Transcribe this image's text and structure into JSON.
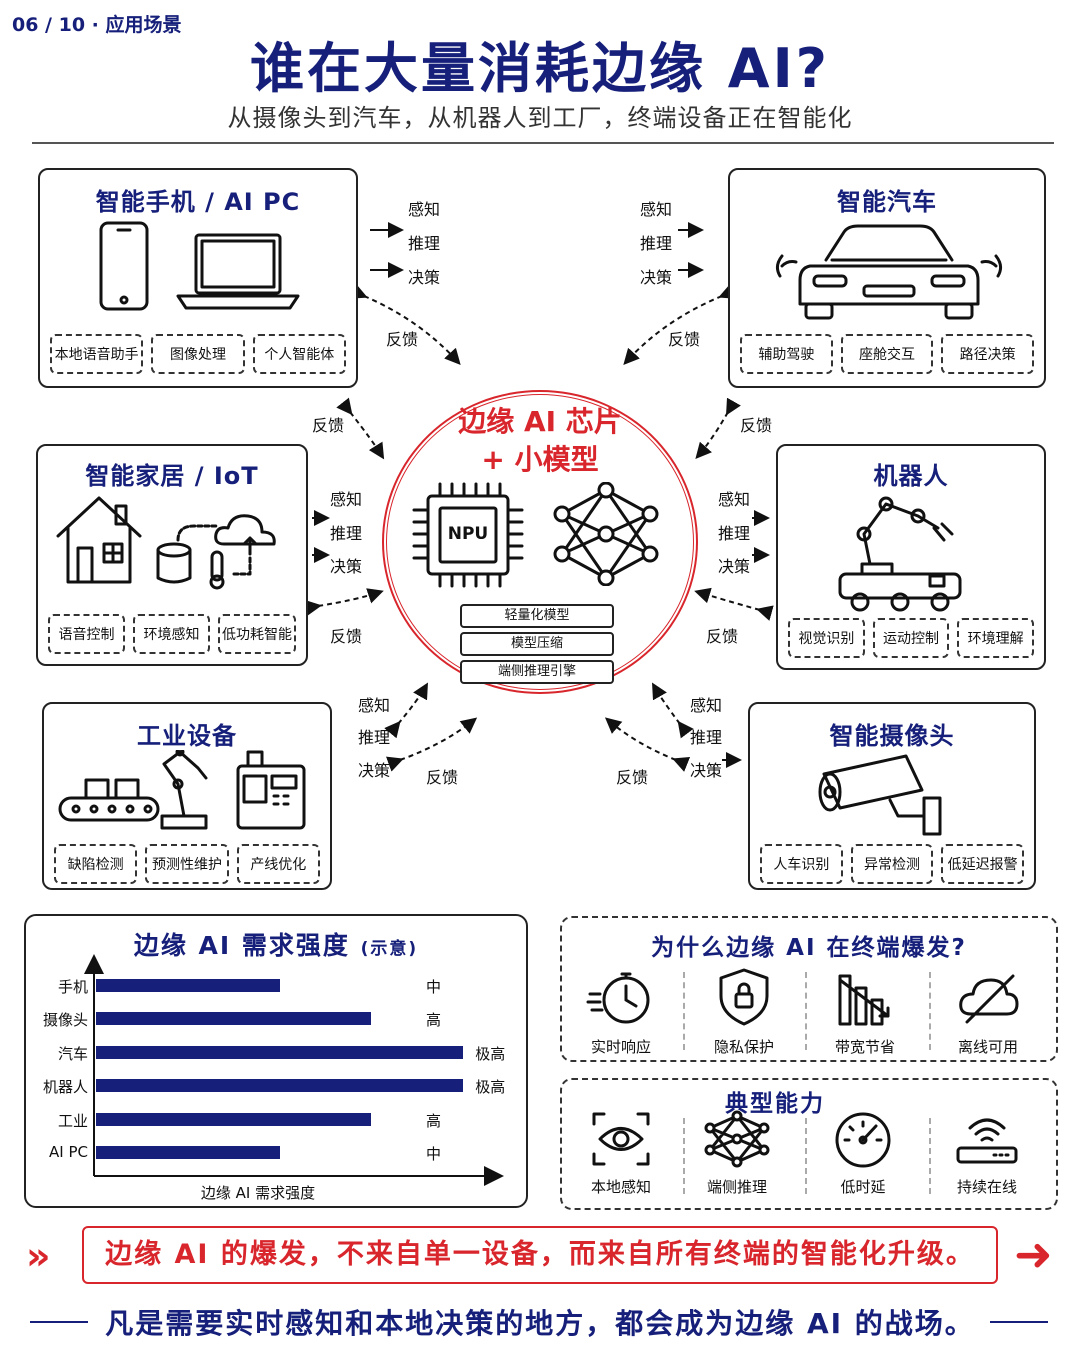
{
  "header": {
    "page_number": "06 / 10 · 应用场景",
    "title": "谁在大量消耗边缘 AI?",
    "subtitle": "从摄像头到汽车，从机器人到工厂，终端设备正在智能化"
  },
  "flow_labels": {
    "sense": "感知",
    "infer": "推理",
    "decide": "决策",
    "feedback": "反馈"
  },
  "hub": {
    "title_line1": "边缘 AI 芯片",
    "title_line2": "+ 小模型",
    "chip_label": "NPU",
    "items": [
      "轻量化模型",
      "模型压缩",
      "端侧推理引擎"
    ]
  },
  "devices": {
    "phone_pc": {
      "title": "智能手机 / AI PC",
      "tags": [
        "本地语音助手",
        "图像处理",
        "个人智能体"
      ]
    },
    "car": {
      "title": "智能汽车",
      "tags": [
        "辅助驾驶",
        "座舱交互",
        "路径决策"
      ]
    },
    "home": {
      "title": "智能家居 / IoT",
      "tags": [
        "语音控制",
        "环境感知",
        "低功耗智能"
      ]
    },
    "robot": {
      "title": "机器人",
      "tags": [
        "视觉识别",
        "运动控制",
        "环境理解"
      ]
    },
    "industry": {
      "title": "工业设备",
      "tags": [
        "缺陷检测",
        "预测性维护",
        "产线优化"
      ]
    },
    "camera": {
      "title": "智能摄像头",
      "tags": [
        "人车识别",
        "异常检测",
        "低延迟报警"
      ]
    }
  },
  "chart": {
    "title": "边缘 AI 需求强度",
    "note": "(示意)",
    "xlabel": "边缘 AI 需求强度"
  },
  "chart_data": {
    "type": "bar",
    "orientation": "horizontal",
    "title": "边缘 AI 需求强度 (示意)",
    "xlabel": "边缘 AI 需求强度",
    "categories": [
      "手机",
      "摄像头",
      "汽车",
      "机器人",
      "工业",
      "AI PC"
    ],
    "values": [
      2,
      3,
      4,
      4,
      3,
      2
    ],
    "value_labels": [
      "中",
      "高",
      "极高",
      "极高",
      "高",
      "中"
    ],
    "xlim": [
      0,
      4.4
    ],
    "color": "#16207a",
    "grid": false
  },
  "why": {
    "title": "为什么边缘 AI 在终端爆发?",
    "items": [
      {
        "icon": "stopwatch-icon",
        "label": "实时响应"
      },
      {
        "icon": "shield-lock-icon",
        "label": "隐私保护"
      },
      {
        "icon": "bar-decline-icon",
        "label": "带宽节省"
      },
      {
        "icon": "cloud-off-icon",
        "label": "离线可用"
      }
    ]
  },
  "capabilities": {
    "title": "典型能力",
    "items": [
      {
        "icon": "eye-scan-icon",
        "label": "本地感知"
      },
      {
        "icon": "neural-net-icon",
        "label": "端侧推理"
      },
      {
        "icon": "gauge-icon",
        "label": "低时延"
      },
      {
        "icon": "router-icon",
        "label": "持续在线"
      }
    ]
  },
  "banner": {
    "text": "边缘 AI 的爆发，不来自单一设备，而来自所有终端的智能化升级。",
    "chevron": "»",
    "arrow": "➜"
  },
  "footer": {
    "text": "凡是需要实时感知和本地决策的地方，都会成为边缘 AI 的战场。"
  },
  "colors": {
    "navy": "#16207a",
    "red": "#d8262c"
  }
}
